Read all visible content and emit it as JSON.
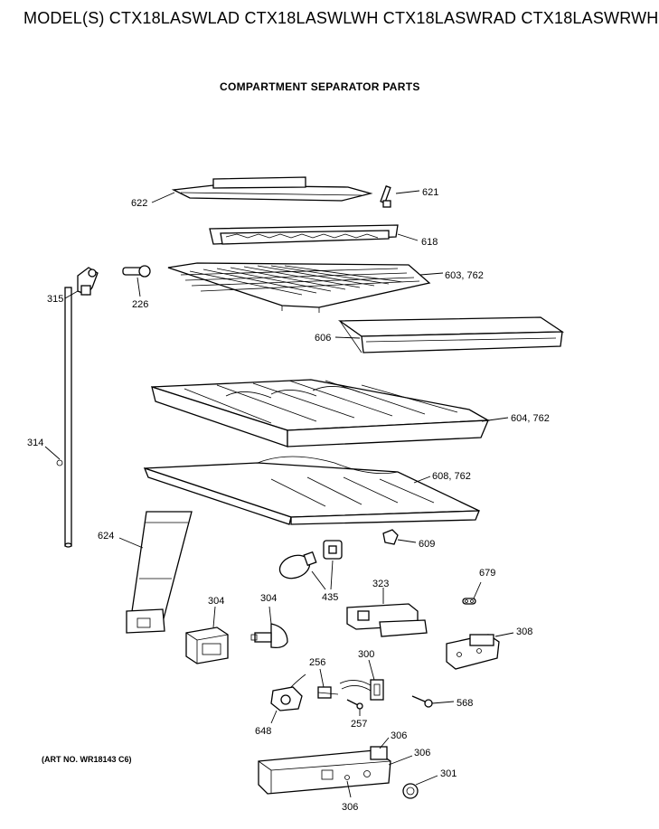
{
  "header": "MODEL(S) CTX18LASWLAD  CTX18LASWLWH  CTX18LASWRAD  CTX18LASWRWH",
  "title": "COMPARTMENT SEPARATOR PARTS",
  "art_no": "(ART NO. WR18143 C6)",
  "labels": {
    "p622": "622",
    "p621": "621",
    "p618": "618",
    "p315": "315",
    "p226": "226",
    "p603": "603, 762",
    "p606": "606",
    "p314": "314",
    "p604": "604, 762",
    "p608": "608, 762",
    "p609": "609",
    "p624": "624",
    "p679": "679",
    "p323": "323",
    "p435": "435",
    "p304a": "304",
    "p304b": "304",
    "p308": "308",
    "p256": "256",
    "p300": "300",
    "p568": "568",
    "p648": "648",
    "p257": "257",
    "p306a": "306",
    "p306b": "306",
    "p301": "301",
    "p306c": "306"
  }
}
